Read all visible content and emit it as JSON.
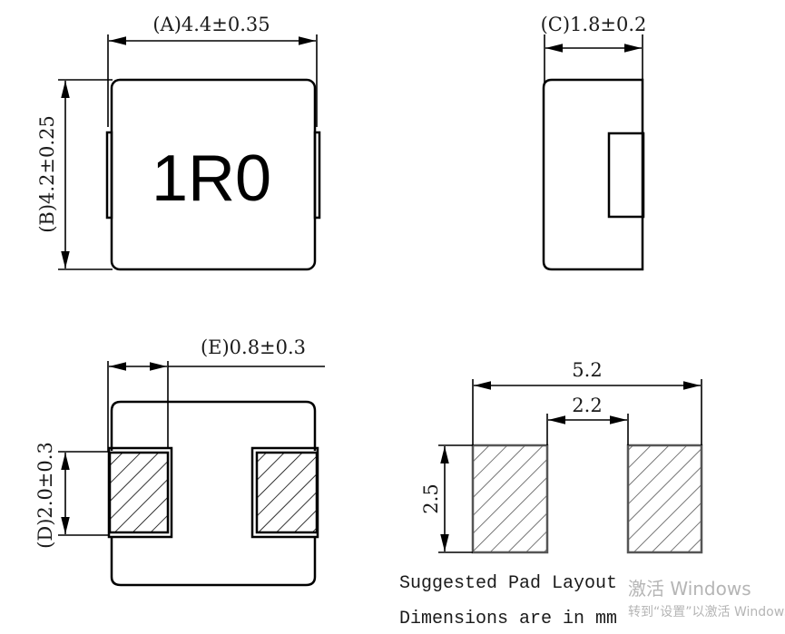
{
  "top_view": {
    "marking": "1R0",
    "dim_a": "(A)4.4±0.35",
    "dim_b": "(B)4.2±0.25"
  },
  "side_view": {
    "dim_c": "(C)1.8±0.2"
  },
  "bottom_view": {
    "dim_e": "(E)0.8±0.3",
    "dim_d": "(D)2.0±0.3"
  },
  "pad_layout": {
    "overall_width": "5.2",
    "gap": "2.2",
    "height": "2.5",
    "title": "Suggested Pad Layout",
    "units_note": "Dimensions are in mm"
  },
  "watermark": {
    "line1": "激活 Windows",
    "line2": "转到“设置”以激活 Windows"
  },
  "colors": {
    "line": "#000000",
    "pad_fill": "#555555",
    "watermark": "#b5b5b5"
  }
}
